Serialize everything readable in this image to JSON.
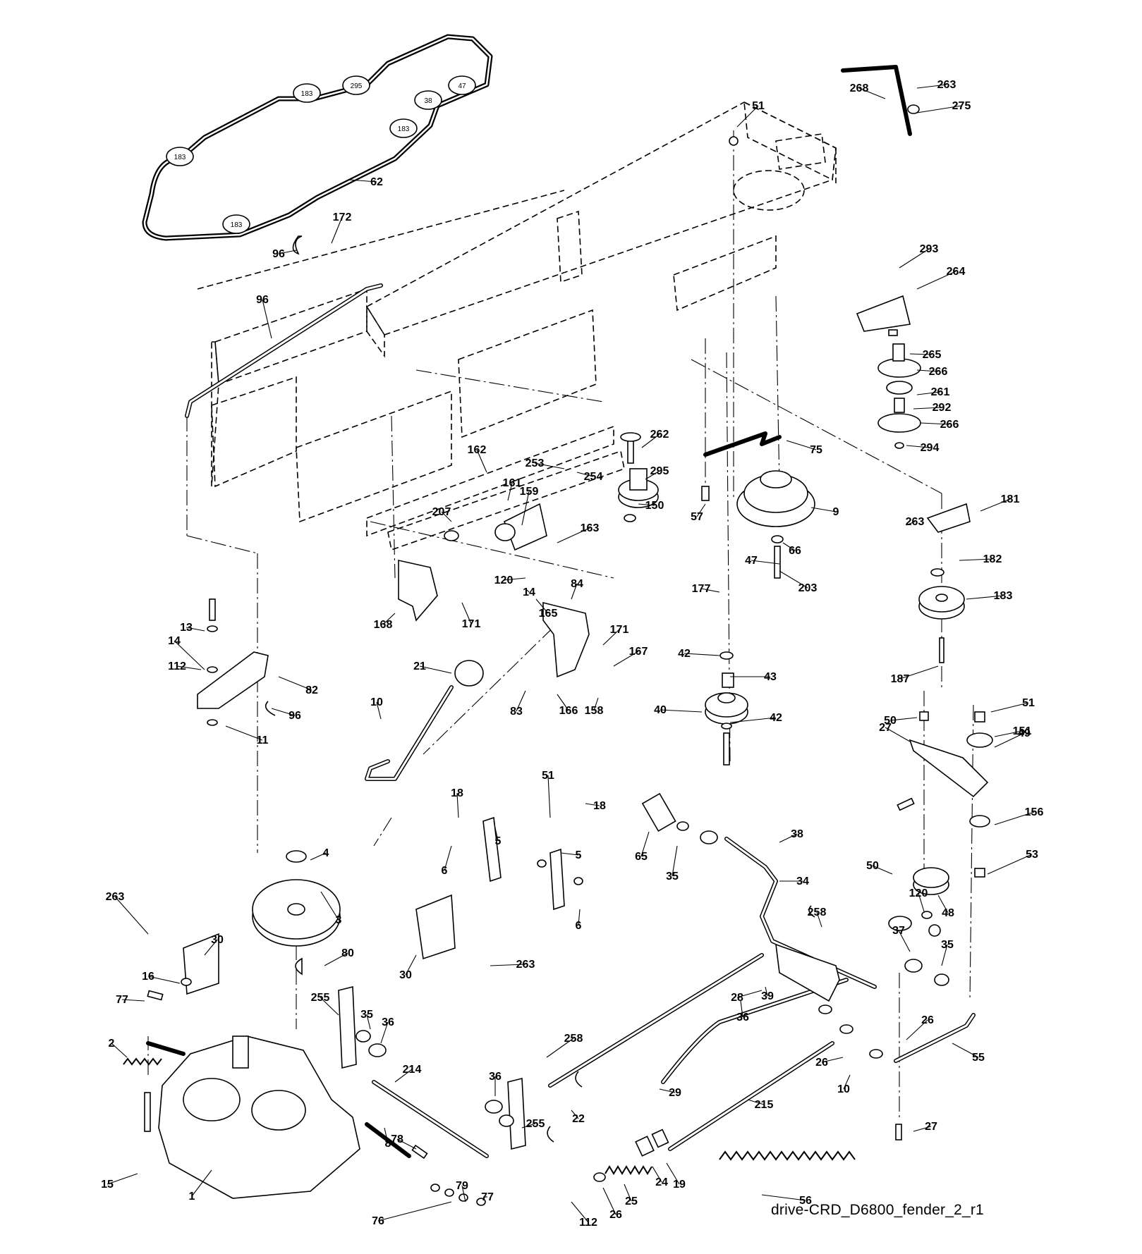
{
  "diagram_code": "drive-CRD_D6800_fender_2_r1",
  "belt_pulley_tags": [
    "295",
    "47",
    "183",
    "38",
    "183",
    "183",
    "183"
  ],
  "callouts": [
    "1",
    "2",
    "3",
    "4",
    "5",
    "5",
    "6",
    "6",
    "8",
    "9",
    "10",
    "10",
    "11",
    "13",
    "14",
    "14",
    "15",
    "16",
    "18",
    "18",
    "19",
    "21",
    "22",
    "24",
    "25",
    "26",
    "26",
    "26",
    "27",
    "27",
    "28",
    "29",
    "30",
    "30",
    "34",
    "35",
    "35",
    "35",
    "36",
    "36",
    "36",
    "37",
    "38",
    "39",
    "40",
    "42",
    "42",
    "43",
    "47",
    "48",
    "49",
    "50",
    "50",
    "51",
    "51",
    "51",
    "53",
    "55",
    "56",
    "57",
    "62",
    "65",
    "66",
    "75",
    "76",
    "77",
    "77",
    "78",
    "79",
    "80",
    "82",
    "83",
    "84",
    "96",
    "96",
    "96",
    "112",
    "112",
    "120",
    "120",
    "150",
    "151",
    "156",
    "158",
    "159",
    "161",
    "162",
    "163",
    "165",
    "166",
    "167",
    "168",
    "171",
    "171",
    "172",
    "177",
    "181",
    "182",
    "183",
    "187",
    "203",
    "207",
    "214",
    "215",
    "253",
    "254",
    "255",
    "255",
    "258",
    "258",
    "261",
    "262",
    "263",
    "263",
    "263",
    "263",
    "264",
    "265",
    "266",
    "266",
    "268",
    "275",
    "292",
    "293",
    "294",
    "295"
  ]
}
